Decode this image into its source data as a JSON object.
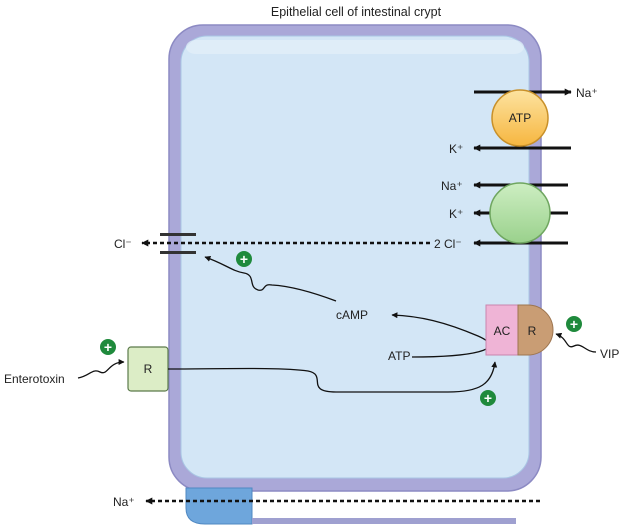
{
  "title": "Epithelial cell of intestinal crypt",
  "labels": {
    "pump_atp": "ATP",
    "pump_na": "Na⁺",
    "pump_k": "K⁺",
    "cotrans_na": "Na⁺",
    "cotrans_k": "K⁺",
    "cotrans_cl": "2 Cl⁻",
    "channel_cl": "Cl⁻",
    "camp": "cAMP",
    "atp": "ATP",
    "ac": "AC",
    "receptor_right": "R",
    "receptor_left": "R",
    "vip": "VIP",
    "enterotoxin": "Enterotoxin",
    "paracellular_na": "Na⁺",
    "plus": "+"
  },
  "colors": {
    "cell_membrane": "#b2b1dc",
    "cell_interior": "#cde3f5",
    "pump": "#f9c65a",
    "cotransporter": "#aedca0",
    "adenylyl_cyclase": "#efb4d6",
    "receptor_vip": "#c79c73",
    "receptor_enterotoxin": "#dcedc6",
    "stimulation": "#1f8a3c",
    "junction": "#6ea6dc"
  }
}
